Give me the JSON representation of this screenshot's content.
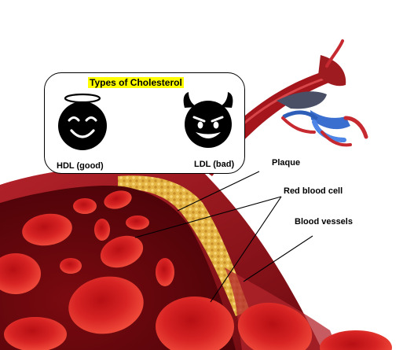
{
  "cholesterol_box": {
    "title": "Types of Cholesterol",
    "hdl": {
      "label": "HDL (good)",
      "icon": "smiling-face-with-halo-icon"
    },
    "ldl": {
      "label": "LDL (bad)",
      "icon": "smiling-devil-face-icon"
    }
  },
  "callouts": {
    "plaque": "Plaque",
    "red_blood_cell": "Red blood cell",
    "blood_vessels": "Blood vessels"
  },
  "colors": {
    "title_highlight": "#ffff00",
    "vessel_wall": "#8c1016",
    "plaque": "#e2b441",
    "blood_cell": "#d81f1f",
    "vein": "#3a6fd0"
  }
}
